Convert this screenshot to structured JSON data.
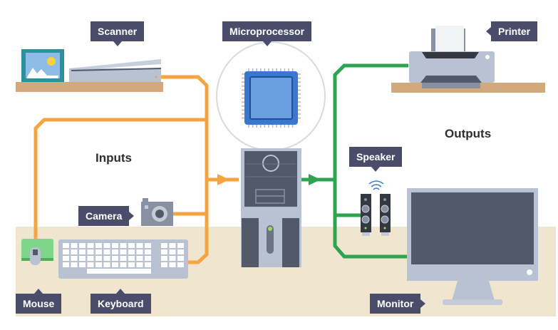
{
  "diagram": {
    "group_labels": {
      "inputs": "Inputs",
      "outputs": "Outputs"
    },
    "components": {
      "scanner": "Scanner",
      "microprocessor": "Microprocessor",
      "printer": "Printer",
      "camera": "Camera",
      "speaker": "Speaker",
      "mouse": "Mouse",
      "keyboard": "Keyboard",
      "monitor": "Monitor"
    },
    "colors": {
      "input_wire": "#f5a441",
      "output_wire": "#2ea44f",
      "callout_bg": "#4a4d6a",
      "desk": "#f0e6d0",
      "shelf": "#d2a97c",
      "device_light": "#b8c2d3",
      "device_dark": "#525a69",
      "chip_blue": "#3a78d0"
    }
  }
}
